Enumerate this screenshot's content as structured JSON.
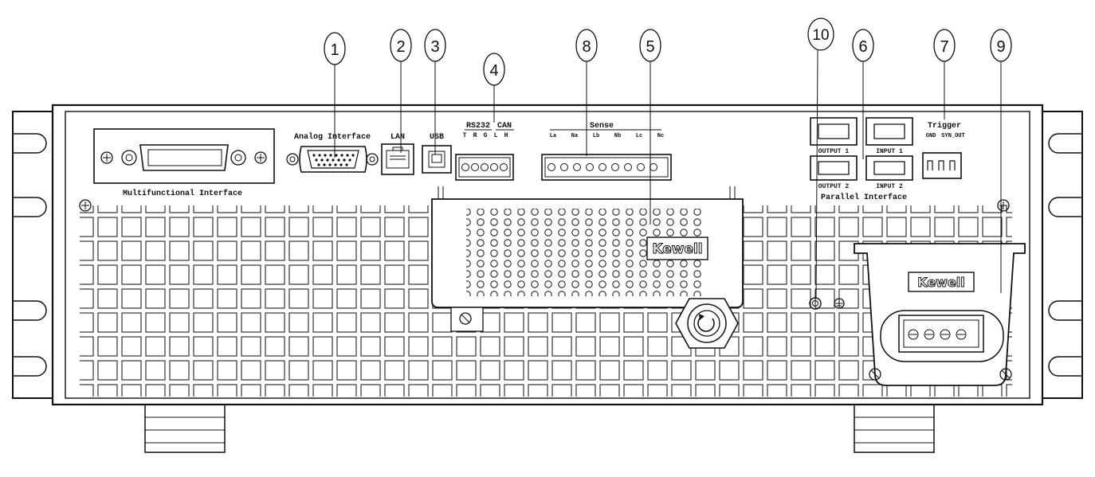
{
  "callouts": [
    "1",
    "2",
    "3",
    "4",
    "8",
    "5",
    "10",
    "6",
    "7",
    "9"
  ],
  "labels": {
    "multifunctional": "Multifunctional Interface",
    "analog": "Analog Interface",
    "lan": "LAN",
    "usb": "USB",
    "rs232": "RS232",
    "can": "CAN",
    "rs232_pins": [
      "T",
      "R",
      "G"
    ],
    "can_pins": [
      "L",
      "H"
    ],
    "sense": "Sense",
    "sense_pins": [
      "La",
      "Na",
      "Lb",
      "Nb",
      "Lc",
      "Nc"
    ],
    "output1": "OUTPUT 1",
    "input1": "INPUT 1",
    "output2": "OUTPUT 2",
    "input2": "INPUT 2",
    "parallel": "Parallel Interface",
    "trigger": "Trigger",
    "trigger_pins": [
      "GND",
      "SYN_OUT"
    ],
    "brand_cover": "Kewell",
    "brand_output": "Kewell"
  },
  "colors": {
    "line": "#111111",
    "background": "#ffffff"
  }
}
